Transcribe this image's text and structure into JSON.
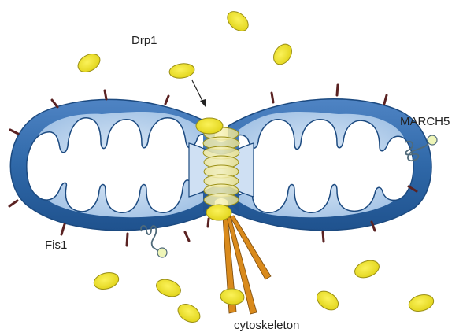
{
  "labels": {
    "drp1": "Drp1",
    "march5": "MARCH5",
    "fis1": "Fis1",
    "cytoskeleton": "cytoskeleton"
  },
  "colors": {
    "background": "#ffffff",
    "membrane_blue": "#2f68a8",
    "cristae_light": "#cfe0f3",
    "drp1_yellow": "#f2e52a",
    "drp1_outline": "#9a8f16",
    "ring_pale": "#f3ee9c",
    "fis1_dark": "#5a2222",
    "cytoskeleton_orange": "#d98a1c",
    "march5_bead": "#eef5b8"
  }
}
